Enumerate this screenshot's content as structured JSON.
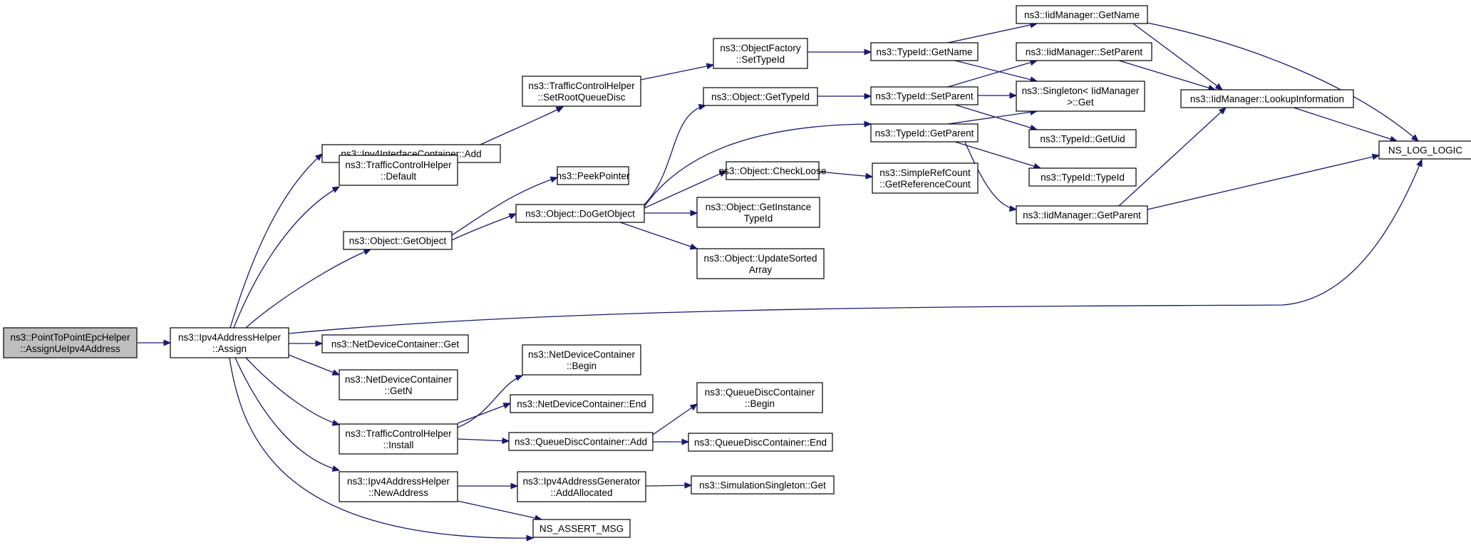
{
  "diagram": {
    "colors": {
      "edge": "#191970",
      "root_fill": "#bfbfbf",
      "node_fill": "#ffffff",
      "node_border": "#000000"
    },
    "nodes": [
      {
        "id": "root",
        "lines": [
          "ns3::PointToPointEpcHelper",
          "::AssignUeIpv4Address"
        ],
        "root": true
      },
      {
        "id": "assign",
        "lines": [
          "ns3::Ipv4AddressHelper",
          "::Assign"
        ]
      },
      {
        "id": "ipv4ifadd",
        "lines": [
          "ns3::Ipv4InterfaceContainer::Add"
        ]
      },
      {
        "id": "tchdefault",
        "lines": [
          "ns3::TrafficControlHelper",
          "::Default"
        ]
      },
      {
        "id": "getobject",
        "lines": [
          "ns3::Object::GetObject"
        ]
      },
      {
        "id": "ndcget",
        "lines": [
          "ns3::NetDeviceContainer::Get"
        ]
      },
      {
        "id": "ndcgetn",
        "lines": [
          "ns3::NetDeviceContainer",
          "::GetN"
        ]
      },
      {
        "id": "tchinstall",
        "lines": [
          "ns3::TrafficControlHelper",
          "::Install"
        ]
      },
      {
        "id": "newaddress",
        "lines": [
          "ns3::Ipv4AddressHelper",
          "::NewAddress"
        ]
      },
      {
        "id": "setroot",
        "lines": [
          "ns3::TrafficControlHelper",
          "::SetRootQueueDisc"
        ]
      },
      {
        "id": "peek",
        "lines": [
          "ns3::PeekPointer"
        ]
      },
      {
        "id": "dogetobject",
        "lines": [
          "ns3::Object::DoGetObject"
        ]
      },
      {
        "id": "ndcbegin",
        "lines": [
          "ns3::NetDeviceContainer",
          "::Begin"
        ]
      },
      {
        "id": "ndcend",
        "lines": [
          "ns3::NetDeviceContainer::End"
        ]
      },
      {
        "id": "qdcadd",
        "lines": [
          "ns3::QueueDiscContainer::Add"
        ]
      },
      {
        "id": "addalloc",
        "lines": [
          "ns3::Ipv4AddressGenerator",
          "::AddAllocated"
        ]
      },
      {
        "id": "assertmsg",
        "lines": [
          "NS_ASSERT_MSG"
        ]
      },
      {
        "id": "ofsettypeid",
        "lines": [
          "ns3::ObjectFactory",
          "::SetTypeId"
        ]
      },
      {
        "id": "objgettypeid",
        "lines": [
          "ns3::Object::GetTypeId"
        ]
      },
      {
        "id": "checkloose",
        "lines": [
          "ns3::Object::CheckLoose"
        ]
      },
      {
        "id": "getinstance",
        "lines": [
          "ns3::Object::GetInstance",
          "TypeId"
        ]
      },
      {
        "id": "updatesorted",
        "lines": [
          "ns3::Object::UpdateSorted",
          "Array"
        ]
      },
      {
        "id": "qdcbegin",
        "lines": [
          "ns3::QueueDiscContainer",
          "::Begin"
        ]
      },
      {
        "id": "qdcend",
        "lines": [
          "ns3::QueueDiscContainer::End"
        ]
      },
      {
        "id": "simsingleton",
        "lines": [
          "ns3::SimulationSingleton::Get"
        ]
      },
      {
        "id": "tidgetname",
        "lines": [
          "ns3::TypeId::GetName"
        ]
      },
      {
        "id": "tidsetparent",
        "lines": [
          "ns3::TypeId::SetParent"
        ]
      },
      {
        "id": "tidgetparent",
        "lines": [
          "ns3::TypeId::GetParent"
        ]
      },
      {
        "id": "getrefcount",
        "lines": [
          "ns3::SimpleRefCount",
          "::GetReferenceCount"
        ]
      },
      {
        "id": "iidgetname",
        "lines": [
          "ns3::IidManager::GetName"
        ]
      },
      {
        "id": "iidsetparent",
        "lines": [
          "ns3::IidManager::SetParent"
        ]
      },
      {
        "id": "singletonget",
        "lines": [
          "ns3::Singleton< IidManager",
          " >::Get"
        ]
      },
      {
        "id": "tidgetuid",
        "lines": [
          "ns3::TypeId::GetUid"
        ]
      },
      {
        "id": "tidtypeid",
        "lines": [
          "ns3::TypeId::TypeId"
        ]
      },
      {
        "id": "iidgetparent",
        "lines": [
          "ns3::IidManager::GetParent"
        ]
      },
      {
        "id": "lookupinfo",
        "lines": [
          "ns3::IidManager::LookupInformation"
        ]
      },
      {
        "id": "nslog",
        "lines": [
          "NS_LOG_LOGIC"
        ]
      }
    ]
  }
}
